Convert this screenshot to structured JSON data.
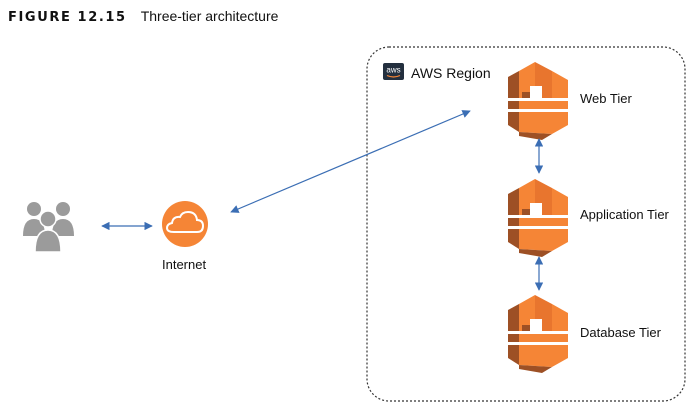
{
  "figure": {
    "number": "FIGURE 12.15",
    "caption": "Three-tier architecture"
  },
  "region": {
    "badge_text": "aws",
    "label": "AWS Region"
  },
  "internet": {
    "label": "Internet"
  },
  "tiers": [
    {
      "label": "Web Tier"
    },
    {
      "label": "Application Tier"
    },
    {
      "label": "Database Tier"
    }
  ],
  "colors": {
    "orange_light": "#F58536",
    "orange_dark": "#9D5025",
    "orange_mid": "#E8752E",
    "arrow_blue": "#3B6EB4",
    "users_gray": "#9B9B9B",
    "region_border": "#333333",
    "badge_bg": "#232F3E"
  },
  "icons": {
    "users": "users-group-icon",
    "internet": "internet-cloud-icon",
    "tier": "ec2-instance-icon",
    "region_badge": "aws-logo-icon"
  }
}
